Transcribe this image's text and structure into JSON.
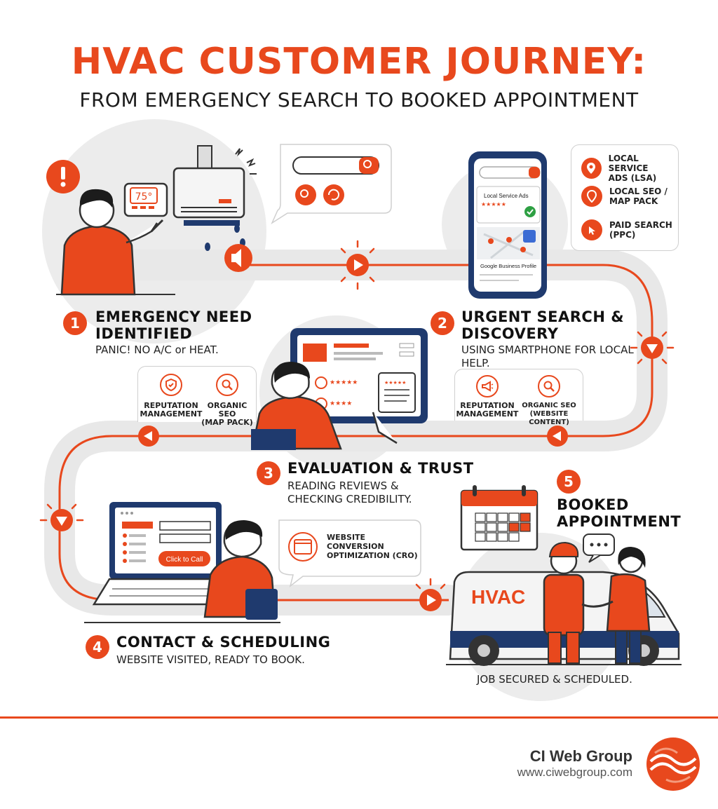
{
  "header": {
    "title": "HVAC CUSTOMER JOURNEY:",
    "subtitle": "FROM EMERGENCY SEARCH TO BOOKED APPOINTMENT"
  },
  "steps": [
    {
      "num": "1",
      "title_line1": "EMERGENCY NEED",
      "title_line2": "IDENTIFIED",
      "desc": "PANIC! NO A/C or HEAT."
    },
    {
      "num": "2",
      "title_line1": "URGENT SEARCH &",
      "title_line2": "DISCOVERY",
      "desc_line1": "USING SMARTPHONE FOR LOCAL",
      "desc_line2": "HELP."
    },
    {
      "num": "3",
      "title_line1": "EVALUATION & TRUST",
      "desc_line1": "READING REVIEWS &",
      "desc_line2": "CHECKING CREDIBILITY."
    },
    {
      "num": "4",
      "title_line1": "CONTACT & SCHEDULING",
      "desc": "WEBSITE VISITED, READY TO BOOK."
    },
    {
      "num": "5",
      "title_line1": "BOOKED",
      "title_line2": "APPOINTMENT",
      "desc": "JOB SECURED & SCHEDULED."
    }
  ],
  "thermostat_reading": "75°",
  "phone": {
    "lsa_label": "Local Service Ads",
    "gbp_label": "Google Business Profile"
  },
  "channels": [
    {
      "line1": "LOCAL SERVICE",
      "line2": "ADS (LSA)",
      "icon": "location-pin-icon"
    },
    {
      "line1": "LOCAL SEO /",
      "line2": "MAP PACK",
      "icon": "map-pin-icon"
    },
    {
      "line1": "PAID SEARCH",
      "line2": "(PPC)",
      "icon": "cursor-click-icon"
    }
  ],
  "left_cards": [
    {
      "line1": "REPUTATION",
      "line2": "MANAGEMENT",
      "icon": "shield-check-icon"
    },
    {
      "line1": "ORGANIC SEO",
      "line2": "(MAP PACK)",
      "icon": "search-icon"
    }
  ],
  "right_cards": [
    {
      "line1": "REPUTATION",
      "line2": "MANAGEMENT",
      "icon": "megaphone-icon"
    },
    {
      "line1": "ORGANIC SEO",
      "line2": "(WEBSITE CONTENT)",
      "icon": "search-icon"
    }
  ],
  "cro": {
    "line1": "WEBSITE",
    "line2": "CONVERSION",
    "line3": "OPTIMIZATION (CRO)"
  },
  "laptop_button": "Click to Call",
  "van_text": "HVAC",
  "brand": {
    "name": "CI Web Group",
    "url": "www.ciwebgroup.com"
  },
  "colors": {
    "accent": "#e8481d",
    "navy": "#1f3a6e",
    "gray_path": "#e6e6e6"
  }
}
